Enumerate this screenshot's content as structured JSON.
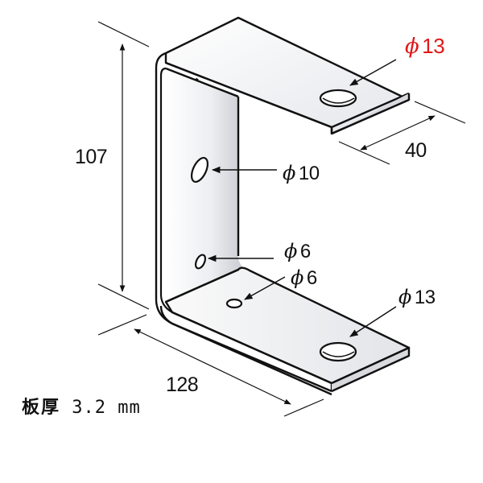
{
  "diagram": {
    "subject": "C-shaped steel bracket (isometric view)",
    "colors": {
      "outline": "#111111",
      "fill_light": "#f4f4f6",
      "fill_shade": "#c9ccd2",
      "highlight_label": "#e01818"
    },
    "dimensions": {
      "height": "107",
      "width": "40",
      "length": "128"
    },
    "holes": [
      {
        "id": "top-flange-hole",
        "label_symbol": "ϕ",
        "label_value": "13",
        "highlighted": true
      },
      {
        "id": "web-upper-hole",
        "label_symbol": "ϕ",
        "label_value": "10",
        "highlighted": false
      },
      {
        "id": "web-lower-hole",
        "label_symbol": "ϕ",
        "label_value": "6",
        "highlighted": false
      },
      {
        "id": "bottom-flange-small-hole",
        "label_symbol": "ϕ",
        "label_value": "6",
        "highlighted": false
      },
      {
        "id": "bottom-flange-large-hole",
        "label_symbol": "ϕ",
        "label_value": "13",
        "highlighted": false
      }
    ],
    "thickness_note": {
      "label": "板厚",
      "value": "3.2",
      "unit": "mm"
    }
  }
}
